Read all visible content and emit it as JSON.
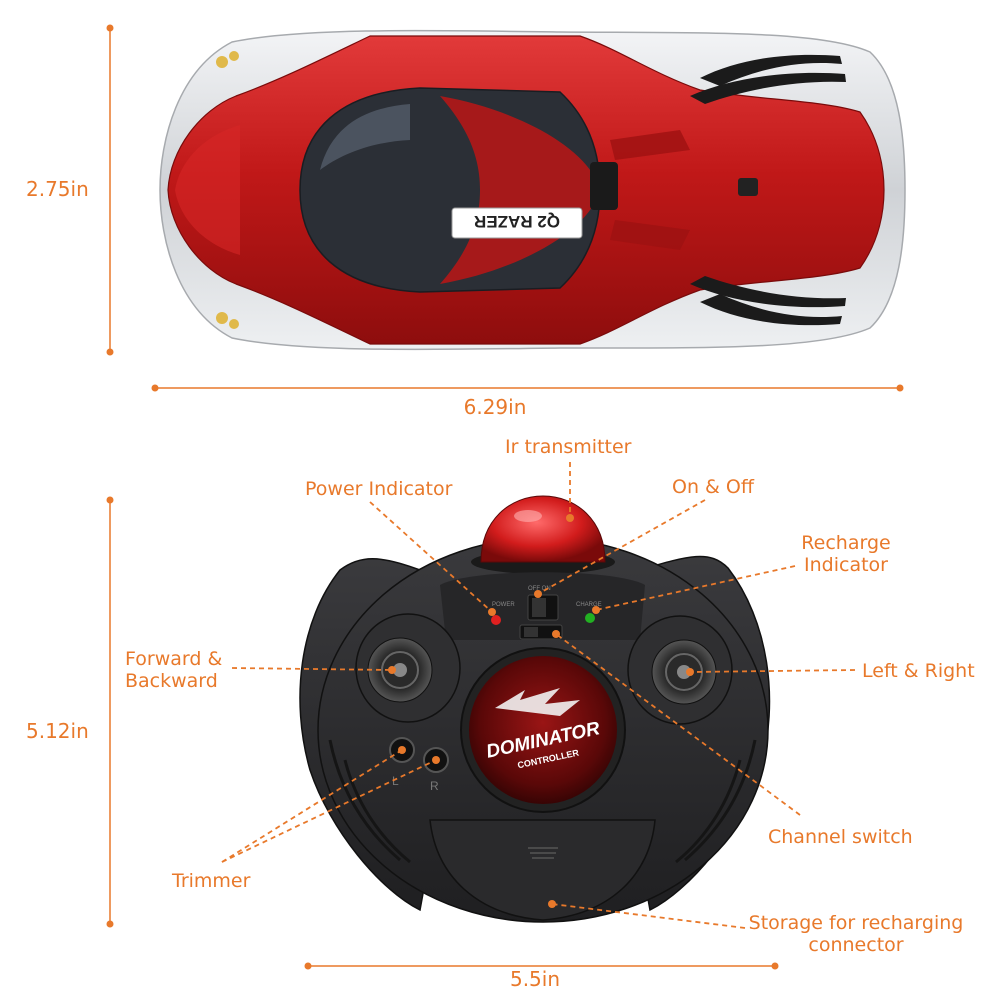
{
  "dimensions": {
    "car_height": "2.75in",
    "car_length": "6.29in",
    "remote_height": "5.12in",
    "remote_width": "5.5in"
  },
  "car": {
    "badge_text": "Q2 RAZER"
  },
  "remote": {
    "logo_main": "DOMINATOR",
    "logo_sub": "CONTROLLER",
    "power_small_label": "POWER",
    "charge_small_label": "CHARGE",
    "switch_small_label": "OFF ON",
    "trim_left": "L",
    "trim_right": "R"
  },
  "callouts": {
    "ir_transmitter": "Ir transmitter",
    "power_indicator": "Power Indicator",
    "on_off": "On & Off",
    "recharge_indicator_1": "Recharge",
    "recharge_indicator_2": "Indicator",
    "forward_backward_1": "Forward &",
    "forward_backward_2": "Backward",
    "left_right": "Left & Right",
    "channel_switch": "Channel switch",
    "trimmer": "Trimmer",
    "storage_1": "Storage for recharging",
    "storage_2": "connector"
  },
  "colors": {
    "accent": "#e8792b",
    "car_red": "#c41d1d",
    "car_silver": "#d7d9dc",
    "remote_body": "#2c2c2e",
    "power_led": "#e02020",
    "charge_led": "#22b022"
  }
}
